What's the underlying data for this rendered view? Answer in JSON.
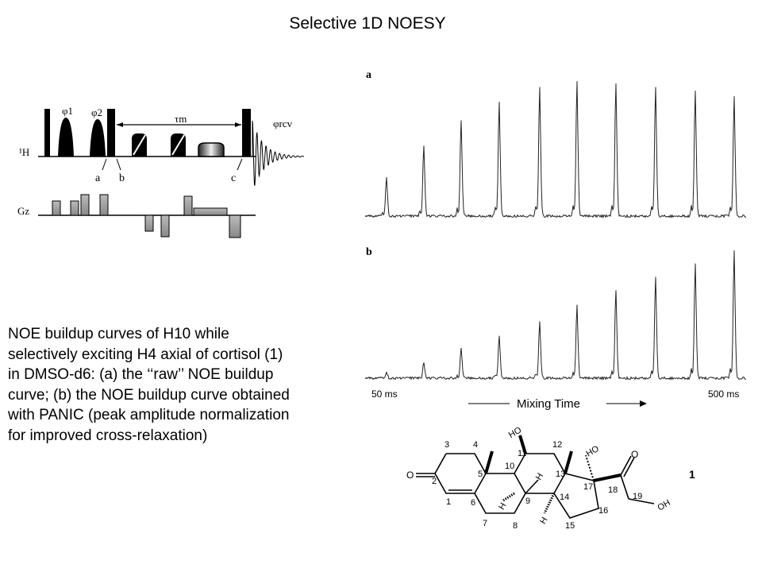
{
  "title": "Selective 1D NOESY",
  "caption": "NOE buildup curves of H10 while selectively exciting H4 axial of cortisol (1) in DMSO-d6: (a) the ‘‘raw’’ NOE buildup curve; (b) the NOE buildup curve obtained with PANIC (peak amplitude normalization for improved cross-relaxation)",
  "pulse_sequence": {
    "channel_1h": "¹H",
    "channel_gz": "Gz",
    "phase_1": "φ1",
    "phase_2": "φ2",
    "phase_rcv": "φrcv",
    "tau_m": "τm",
    "point_a": "a",
    "point_b": "b",
    "point_c": "c"
  },
  "spectra": {
    "panel_a_label": "a",
    "panel_b_label": "b",
    "start_label": "50 ms",
    "end_label": "500 ms",
    "axis_label": "Mixing Time",
    "peaks_a": [
      0.27,
      0.49,
      0.66,
      0.79,
      0.89,
      0.92,
      0.91,
      0.89,
      0.86,
      0.82
    ],
    "peaks_b": [
      0.05,
      0.13,
      0.24,
      0.34,
      0.45,
      0.57,
      0.69,
      0.8,
      0.9,
      1.0
    ]
  },
  "molecule": {
    "compound_number": "1",
    "atoms": [
      "1",
      "2",
      "3",
      "4",
      "5",
      "6",
      "7",
      "8",
      "9",
      "10",
      "11",
      "12",
      "13",
      "14",
      "15",
      "16",
      "17",
      "18",
      "19"
    ],
    "oxygen_ketone": "O",
    "oxygen_c18": "O",
    "oh_11": "HO",
    "oh_17": "HO",
    "oh_21": "OH",
    "h_9": "H",
    "h_10": "H",
    "h_14": "H"
  }
}
